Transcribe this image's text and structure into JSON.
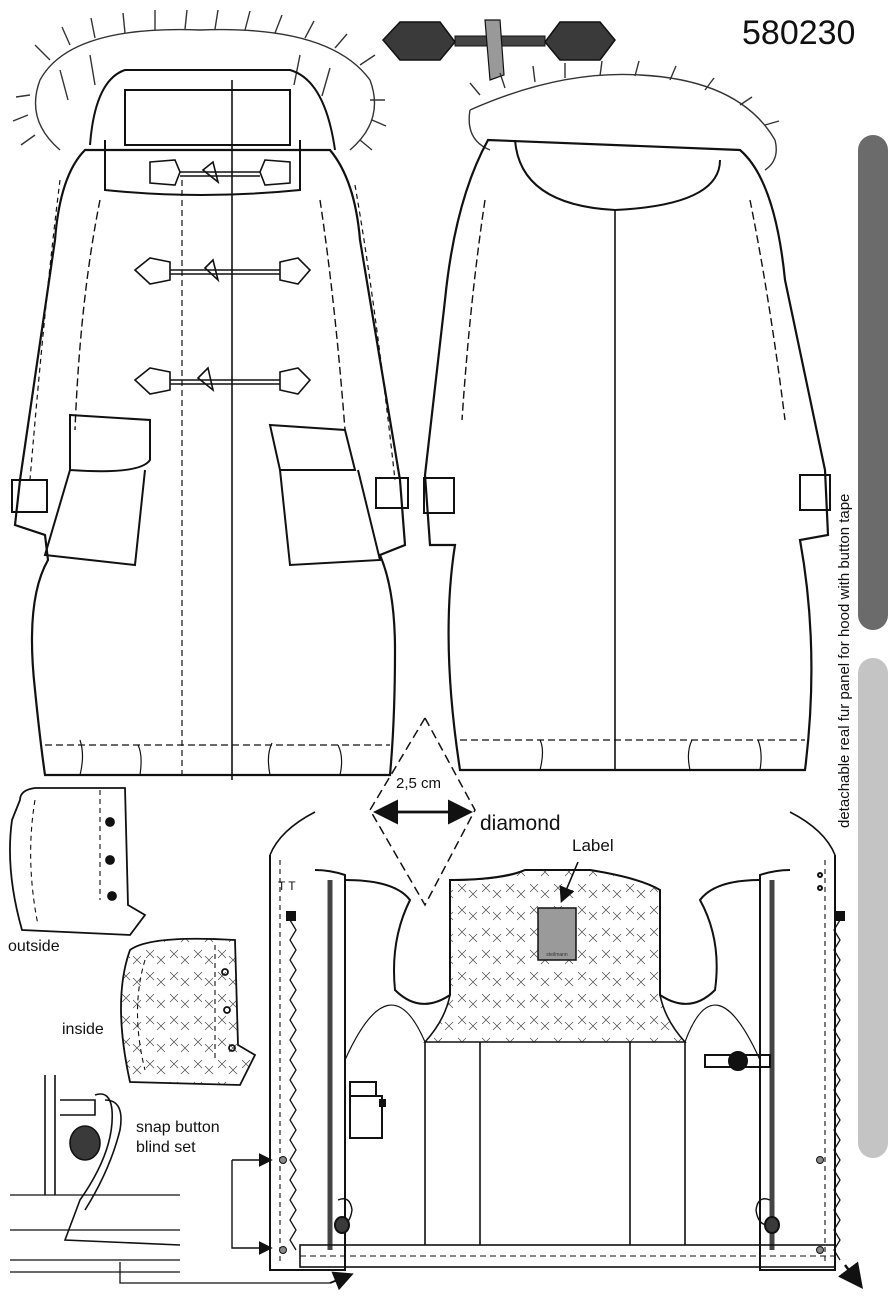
{
  "style_number": "580230",
  "callouts": {
    "measurement": "2,5 cm",
    "diamond": "diamond",
    "label": "Label",
    "label_tag_text": "steilmann",
    "outside": "outside",
    "inside": "inside",
    "snap_line1": "snap button",
    "snap_line2": "blind set",
    "vertical_note": "detachable real fur panel for hood with button tape"
  },
  "colors": {
    "line": "#111111",
    "tape_dark": "#6b6b6b",
    "tape_light": "#c4c4c4",
    "label_fill": "#9a9a9a",
    "toggle_fill": "#3a3a3a"
  }
}
